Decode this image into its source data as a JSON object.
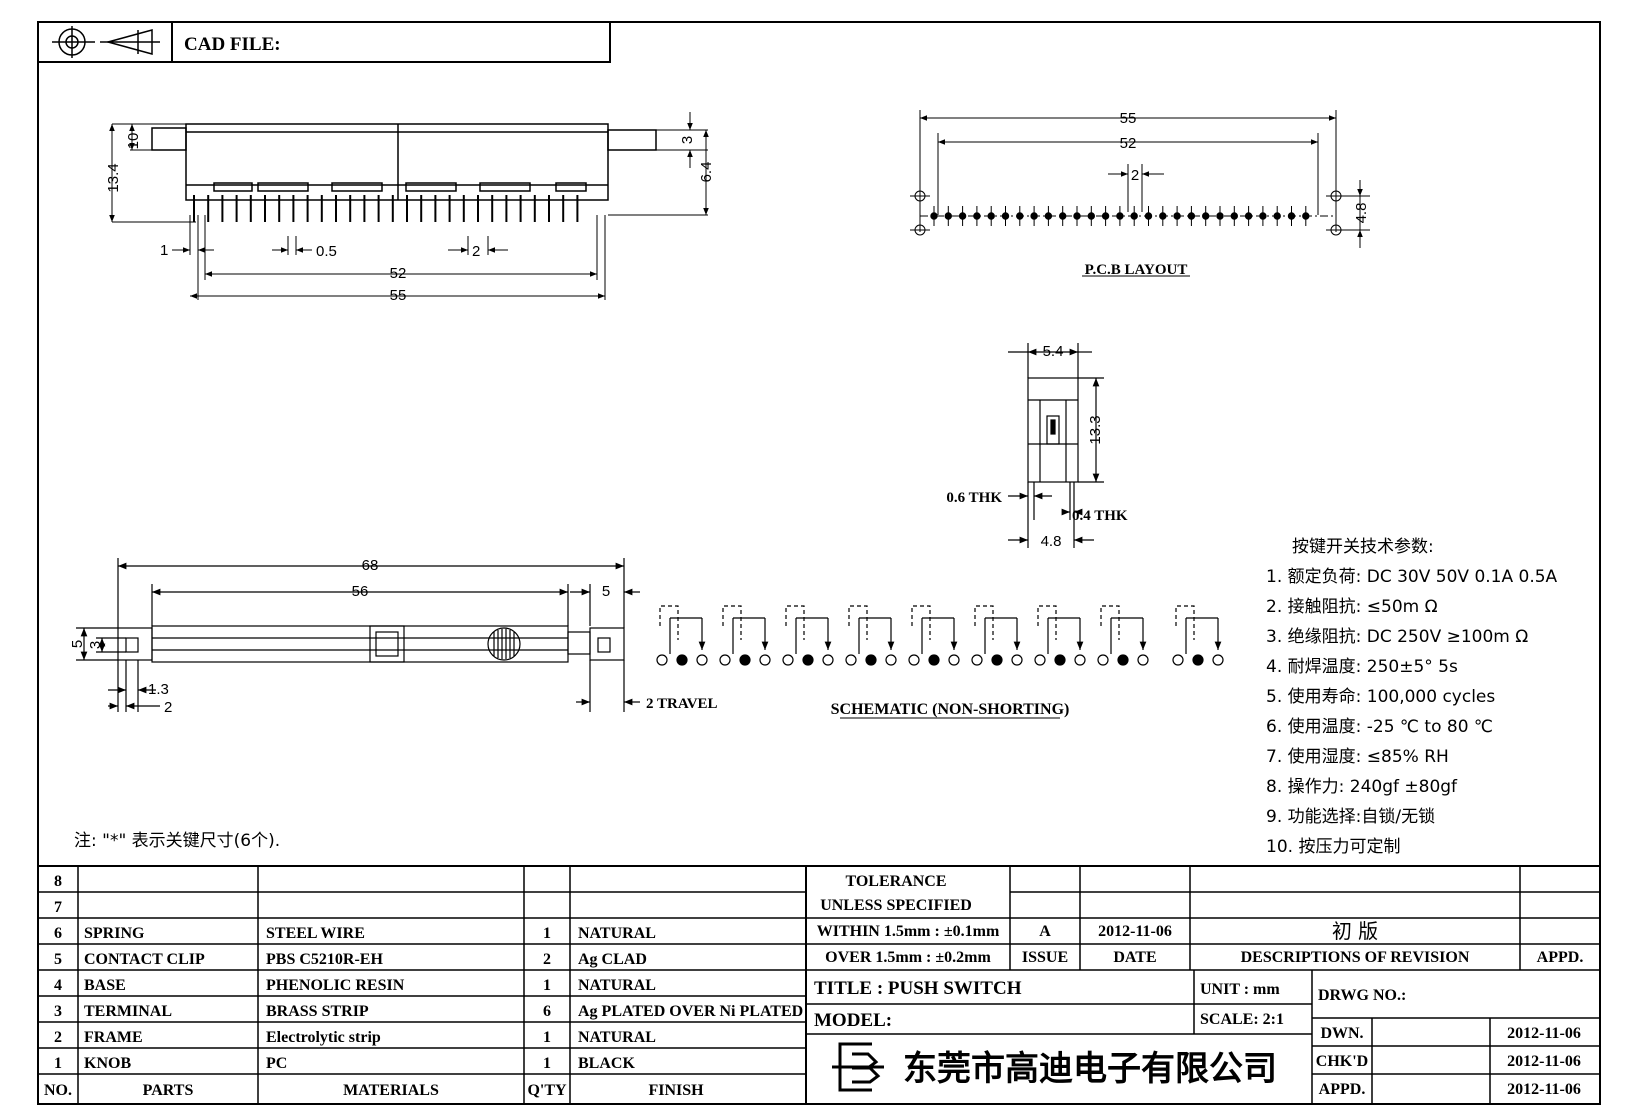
{
  "header": {
    "cad_file_label": "CAD FILE:"
  },
  "front_view": {
    "dims": {
      "h_13_4": "13.4",
      "h_10": "10",
      "h_3": "3",
      "h_6_4": "6.4",
      "w_1": "1",
      "pitch_0_5": "0.5",
      "pitch_2": "2",
      "w_52": "52",
      "w_55": "55"
    }
  },
  "pcb_layout": {
    "label": "P.C.B LAYOUT",
    "dims": {
      "w_55": "55",
      "w_52": "52",
      "pitch_2": "2",
      "h_4_8": "4.8"
    }
  },
  "side_view": {
    "dims": {
      "w_5_4": "5.4",
      "h_13_3": "13.3",
      "thk_0_6": "0.6 THK",
      "thk_0_4": "0.4 THK",
      "w_4_8": "4.8"
    }
  },
  "knob_view": {
    "dims": {
      "w_68": "68",
      "w_56": "56",
      "w_5": "5",
      "h_5": "5",
      "h_3": "3",
      "w_1_3": "1.3",
      "w_2": "2",
      "travel": "2 TRAVEL"
    }
  },
  "schematic": {
    "label": "SCHEMATIC (NON-SHORTING)"
  },
  "specs": {
    "title": "按键开关技术参数:",
    "items": [
      "1.  额定负荷: DC 30V 50V    0.1A  0.5A",
      "2.  接触阻抗:  ≤50m Ω",
      "3.  绝缘阻抗: DC 250V  ≥100m Ω",
      "4.  耐焊温度: 250±5°    5s",
      "5.  使用寿命: 100,000 cycles",
      "6.  使用温度: -25  ℃  to 80  ℃",
      "7.  使用湿度:  ≤85% RH",
      "8.  操作力: 240gf  ±80gf",
      "9.  功能选择:自锁/无锁",
      "10.  按压力可定制"
    ]
  },
  "note": "注:  \"*\"   表示关键尺寸(6个).",
  "bom": {
    "header": {
      "no": "NO.",
      "parts": "PARTS",
      "materials": "MATERIALS",
      "qty": "Q'TY",
      "finish": "FINISH"
    },
    "rows": [
      {
        "no": "8",
        "parts": "",
        "materials": "",
        "qty": "",
        "finish": ""
      },
      {
        "no": "7",
        "parts": "",
        "materials": "",
        "qty": "",
        "finish": ""
      },
      {
        "no": "6",
        "parts": "SPRING",
        "materials": "STEEL WIRE",
        "qty": "1",
        "finish": "NATURAL"
      },
      {
        "no": "5",
        "parts": "CONTACT CLIP",
        "materials": "PBS C5210R-EH",
        "qty": "2",
        "finish": "Ag CLAD"
      },
      {
        "no": "4",
        "parts": "BASE",
        "materials": "PHENOLIC RESIN",
        "qty": "1",
        "finish": "NATURAL"
      },
      {
        "no": "3",
        "parts": "TERMINAL",
        "materials": "BRASS STRIP",
        "qty": "6",
        "finish": "Ag PLATED OVER Ni PLATED"
      },
      {
        "no": "2",
        "parts": "FRAME",
        "materials": "Electrolytic strip",
        "qty": "1",
        "finish": "NATURAL"
      },
      {
        "no": "1",
        "parts": "KNOB",
        "materials": "PC",
        "qty": "1",
        "finish": "BLACK"
      }
    ]
  },
  "tolerance": {
    "line1": "TOLERANCE",
    "line2": "UNLESS   SPECIFIED",
    "within": "WITHIN 1.5mm : ±0.1mm",
    "over": "OVER 1.5mm : ±0.2mm"
  },
  "revision": {
    "issue_value": "A",
    "date_value": "2012-11-06",
    "description_value": "初 版",
    "issue_label": "ISSUE",
    "date_label": "DATE",
    "description_label": "DESCRIPTIONS  OF  REVISION",
    "appd_label": "APPD."
  },
  "title_block": {
    "title": "TITLE :   PUSH  SWITCH",
    "model": "MODEL:",
    "unit": "UNIT :   mm",
    "scale": "SCALE:   2:1",
    "drwg_no": "DRWG  NO.:",
    "company": "东莞市高迪电子有限公司",
    "dwn_label": "DWN.",
    "dwn_date": "2012-11-06",
    "chkd_label": "CHK'D",
    "chkd_date": "2012-11-06",
    "appd_label": "APPD.",
    "appd_date": "2012-11-06"
  }
}
